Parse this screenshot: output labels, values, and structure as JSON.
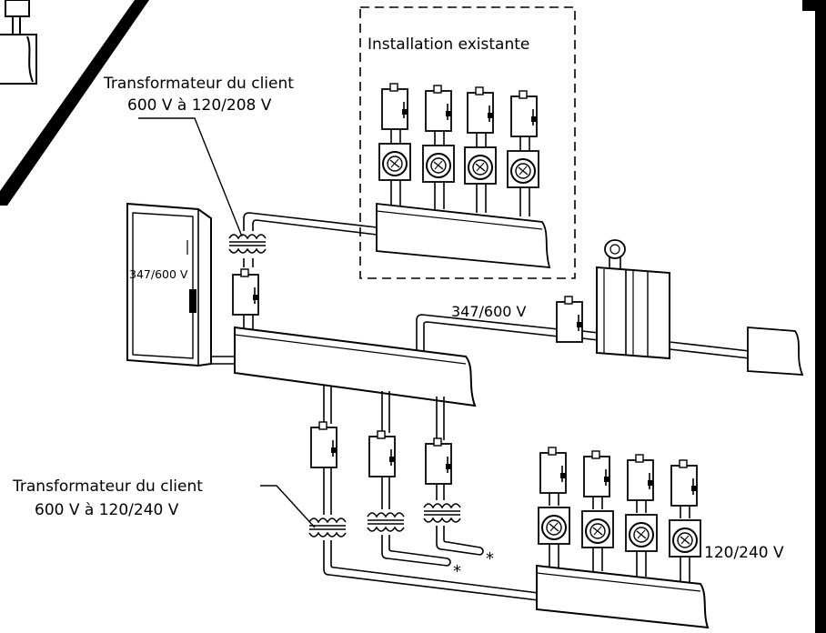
{
  "labels": {
    "existing_installation": "Installation existante",
    "transformer_top_line1": "Transformateur du client",
    "transformer_top_line2": "600 V à 120/208 V",
    "panel_voltage": "347/600 V",
    "feeder_voltage": "347/600 V",
    "transformer_bottom_line1": "Transformateur du client",
    "transformer_bottom_line2": "600 V à 120/240 V",
    "meter_bank_voltage": "120/240 V",
    "asterisk_1": "*",
    "asterisk_2": "*"
  },
  "colors": {
    "ink": "#000000",
    "background": "#ffffff",
    "shading": "#cfcfcf"
  },
  "icons": [
    "meter-icon",
    "disconnect-switch-icon",
    "transformer-coil-icon",
    "service-mast-icon"
  ]
}
